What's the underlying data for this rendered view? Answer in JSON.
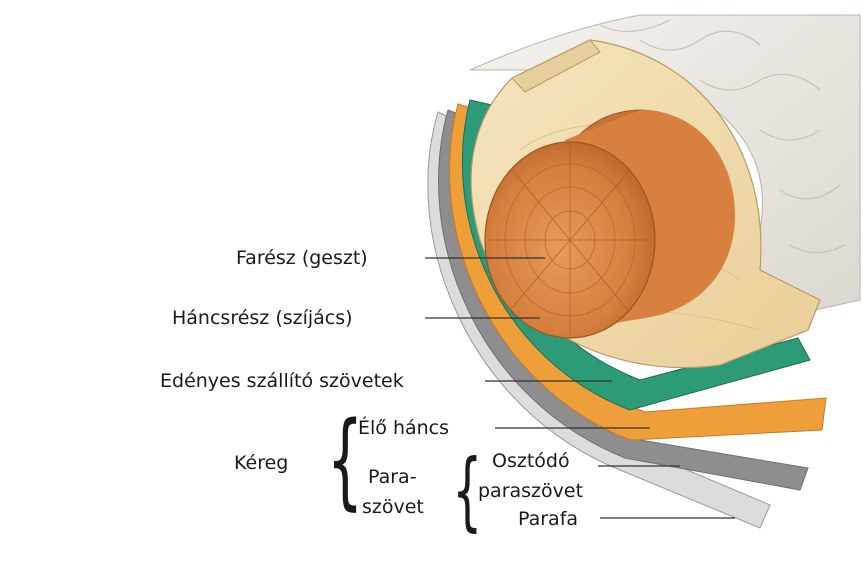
{
  "labels": {
    "heartwood": "Farész (geszt)",
    "sapwood": "Háncsrész (szíjács)",
    "vascular": "Edényes szállító szövetek",
    "bark": "Kéreg",
    "phloem": "Élő háncs",
    "periderm_line1": "Para-",
    "periderm_line2": "szövet",
    "cambium_line1": "Osztódó",
    "cambium_line2": "paraszövet",
    "cork": "Parafa"
  },
  "colors": {
    "heartwood": "#d9874a",
    "sapwood": "#f1dcae",
    "vascular": "#2e9b78",
    "phloem": "#ef9f3a",
    "cambium": "#8e8e8e",
    "cork": "#dcdcdc",
    "outer_bark": "#efece6"
  }
}
